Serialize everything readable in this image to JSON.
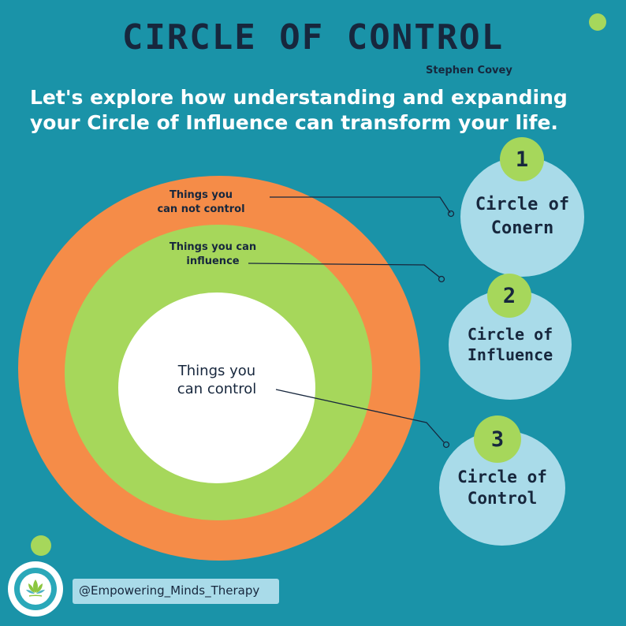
{
  "header": {
    "title": "CIRCLE OF CONTROL",
    "author": "Stephen Covey",
    "subtitle_line1": "Let's explore how understanding and expanding",
    "subtitle_line2": "your Circle of Influence can transform your life."
  },
  "rings": {
    "outer": {
      "line1": "Things you",
      "line2": "can not control"
    },
    "middle": {
      "line1": "Things you can",
      "line2": "influence"
    },
    "inner": {
      "line1": "Things you",
      "line2": "can control"
    }
  },
  "bubbles": [
    {
      "number": "1",
      "line1": "Circle of",
      "line2": "Conern"
    },
    {
      "number": "2",
      "line1": "Circle of",
      "line2": "Influence"
    },
    {
      "number": "3",
      "line1": "Circle of",
      "line2": "Control"
    }
  ],
  "footer": {
    "handle": "@Empowering_Minds_Therapy"
  },
  "colors": {
    "background": "#1a93a8",
    "outer_ring": "#f58c48",
    "middle_ring": "#a6d75b",
    "inner_circle": "#ffffff",
    "bubble": "#a9dbe9",
    "number_badge": "#a6d75b",
    "text_dark": "#17273d"
  }
}
